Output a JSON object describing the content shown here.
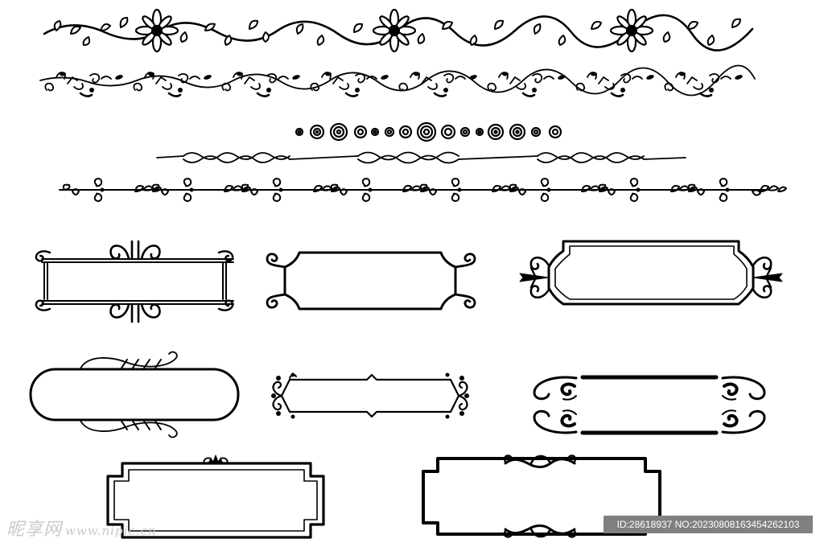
{
  "watermark": {
    "logo_text": "昵享网",
    "site": "www.nipic.cn"
  },
  "id_bar": {
    "text": "ID:28618937 NO:20230808163454262103"
  },
  "colors": {
    "background": "#ffffff",
    "ink": "#000000",
    "watermark": "#c9c9c9",
    "id_bar": "#808080"
  },
  "elements": {
    "borders": [
      "floral-vine-border",
      "leafy-flourish-border",
      "spiral-dots-border",
      "wave-line-border",
      "bow-knot-leaf-border"
    ],
    "frames": [
      "scroll-swirl-frame",
      "scalloped-corner-frame",
      "ornate-fleur-frame",
      "capsule-flourish-frame",
      "filigree-diamond-frame",
      "split-swirl-frame",
      "crowned-notched-frame",
      "ribbon-notched-frame"
    ]
  }
}
